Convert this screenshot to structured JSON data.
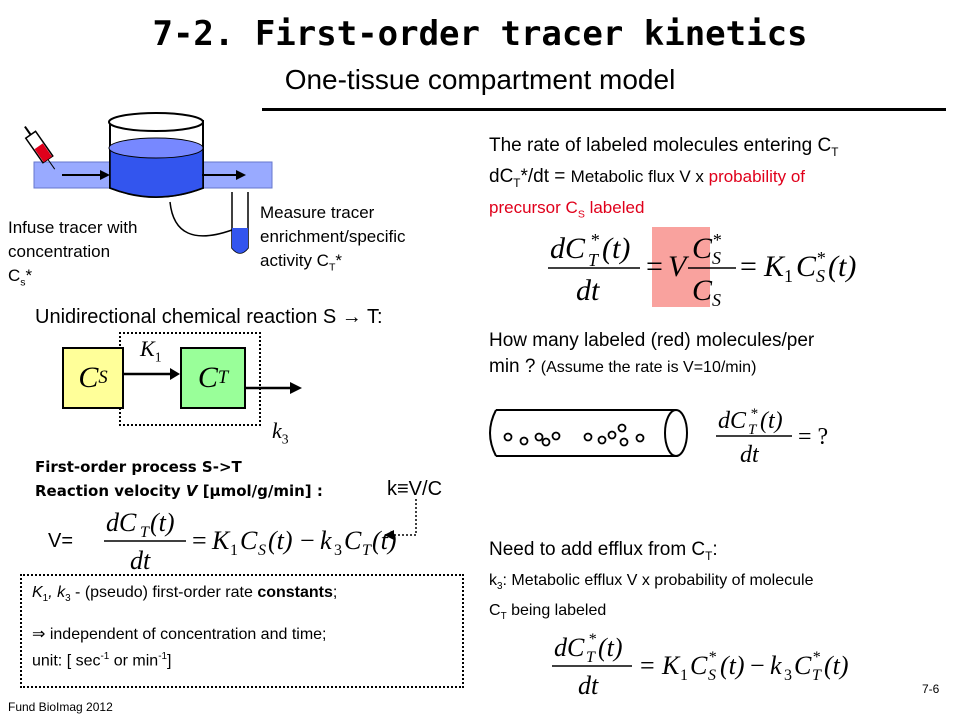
{
  "header": {
    "title": "7-2. First-order tracer kinetics",
    "subtitle": "One-tissue compartment model"
  },
  "diagram": {
    "infuse_text": [
      "Infuse tracer with",
      "concentration"
    ],
    "infuse_symbol": "C",
    "infuse_sub": "s",
    "infuse_sup": "*",
    "measure_text": [
      "Measure tracer",
      "enrichment/specific"
    ],
    "measure_last": "activity C",
    "measure_sub": "T",
    "measure_sup": "*"
  },
  "right": {
    "rate_line1": "The rate of labeled molecules entering C",
    "rate_line1_sub": "T",
    "rate_line2_a": "dC",
    "rate_line2_sub": "T",
    "rate_line2_b": "*/dt = ",
    "rate_line2_c": "Metabolic flux V x ",
    "rate_line2_red": "probability of",
    "rate_line3_red": "precursor C",
    "rate_line3_sub": "S",
    "rate_line3_red2": " labeled",
    "how_many_1": "How many labeled (red) molecules/per",
    "how_many_2a": "min ? ",
    "how_many_2b": "(Assume the rate is V=10/min)",
    "efflux_title": "Need to add efflux from C",
    "efflux_title_sub": "T",
    "efflux_title_end": ":",
    "efflux_l1_a": "k",
    "efflux_l1_sub": "3",
    "efflux_l1_b": ": Metabolic efflux V x probability of molecule",
    "efflux_l2_a": "C",
    "efflux_l2_sub": "T",
    "efflux_l2_b": " being labeled"
  },
  "left": {
    "reaction_title": "Unidirectional chemical reaction S → T:",
    "cs_label": "C",
    "cs_sub": "S",
    "ct_label": "C",
    "ct_sub": "T",
    "k1": "K",
    "k1_sub": "1",
    "k3": "k",
    "k3_sub": "3",
    "first_order": "First-order process S->T",
    "velocity_a": "Reaction velocity ",
    "velocity_v": "V",
    "velocity_b": " [µmol/g/min] :",
    "k_def": "k≡V/C",
    "v_equals": "V=",
    "note_1a": "K",
    "note_1sub1": "1",
    "note_1b": ", k",
    "note_1sub2": "3",
    "note_1c": " - (pseudo) first-order rate ",
    "note_1d": "constants",
    "note_1e": ";",
    "note_2": "⇒ independent of concentration and time;",
    "note_3a": "unit: [ sec",
    "note_3sup1": "-1",
    "note_3b": " or min",
    "note_3sup2": "-1",
    "note_3c": "]"
  },
  "footer": {
    "left": "Fund BioImag 2012",
    "right": "7-6"
  },
  "colors": {
    "red": "#e0001b",
    "yellow_box": "#ffff99",
    "green_box": "#99ff99",
    "pink_box": "#f9a29e",
    "liquid_blue": "#3355ee"
  }
}
